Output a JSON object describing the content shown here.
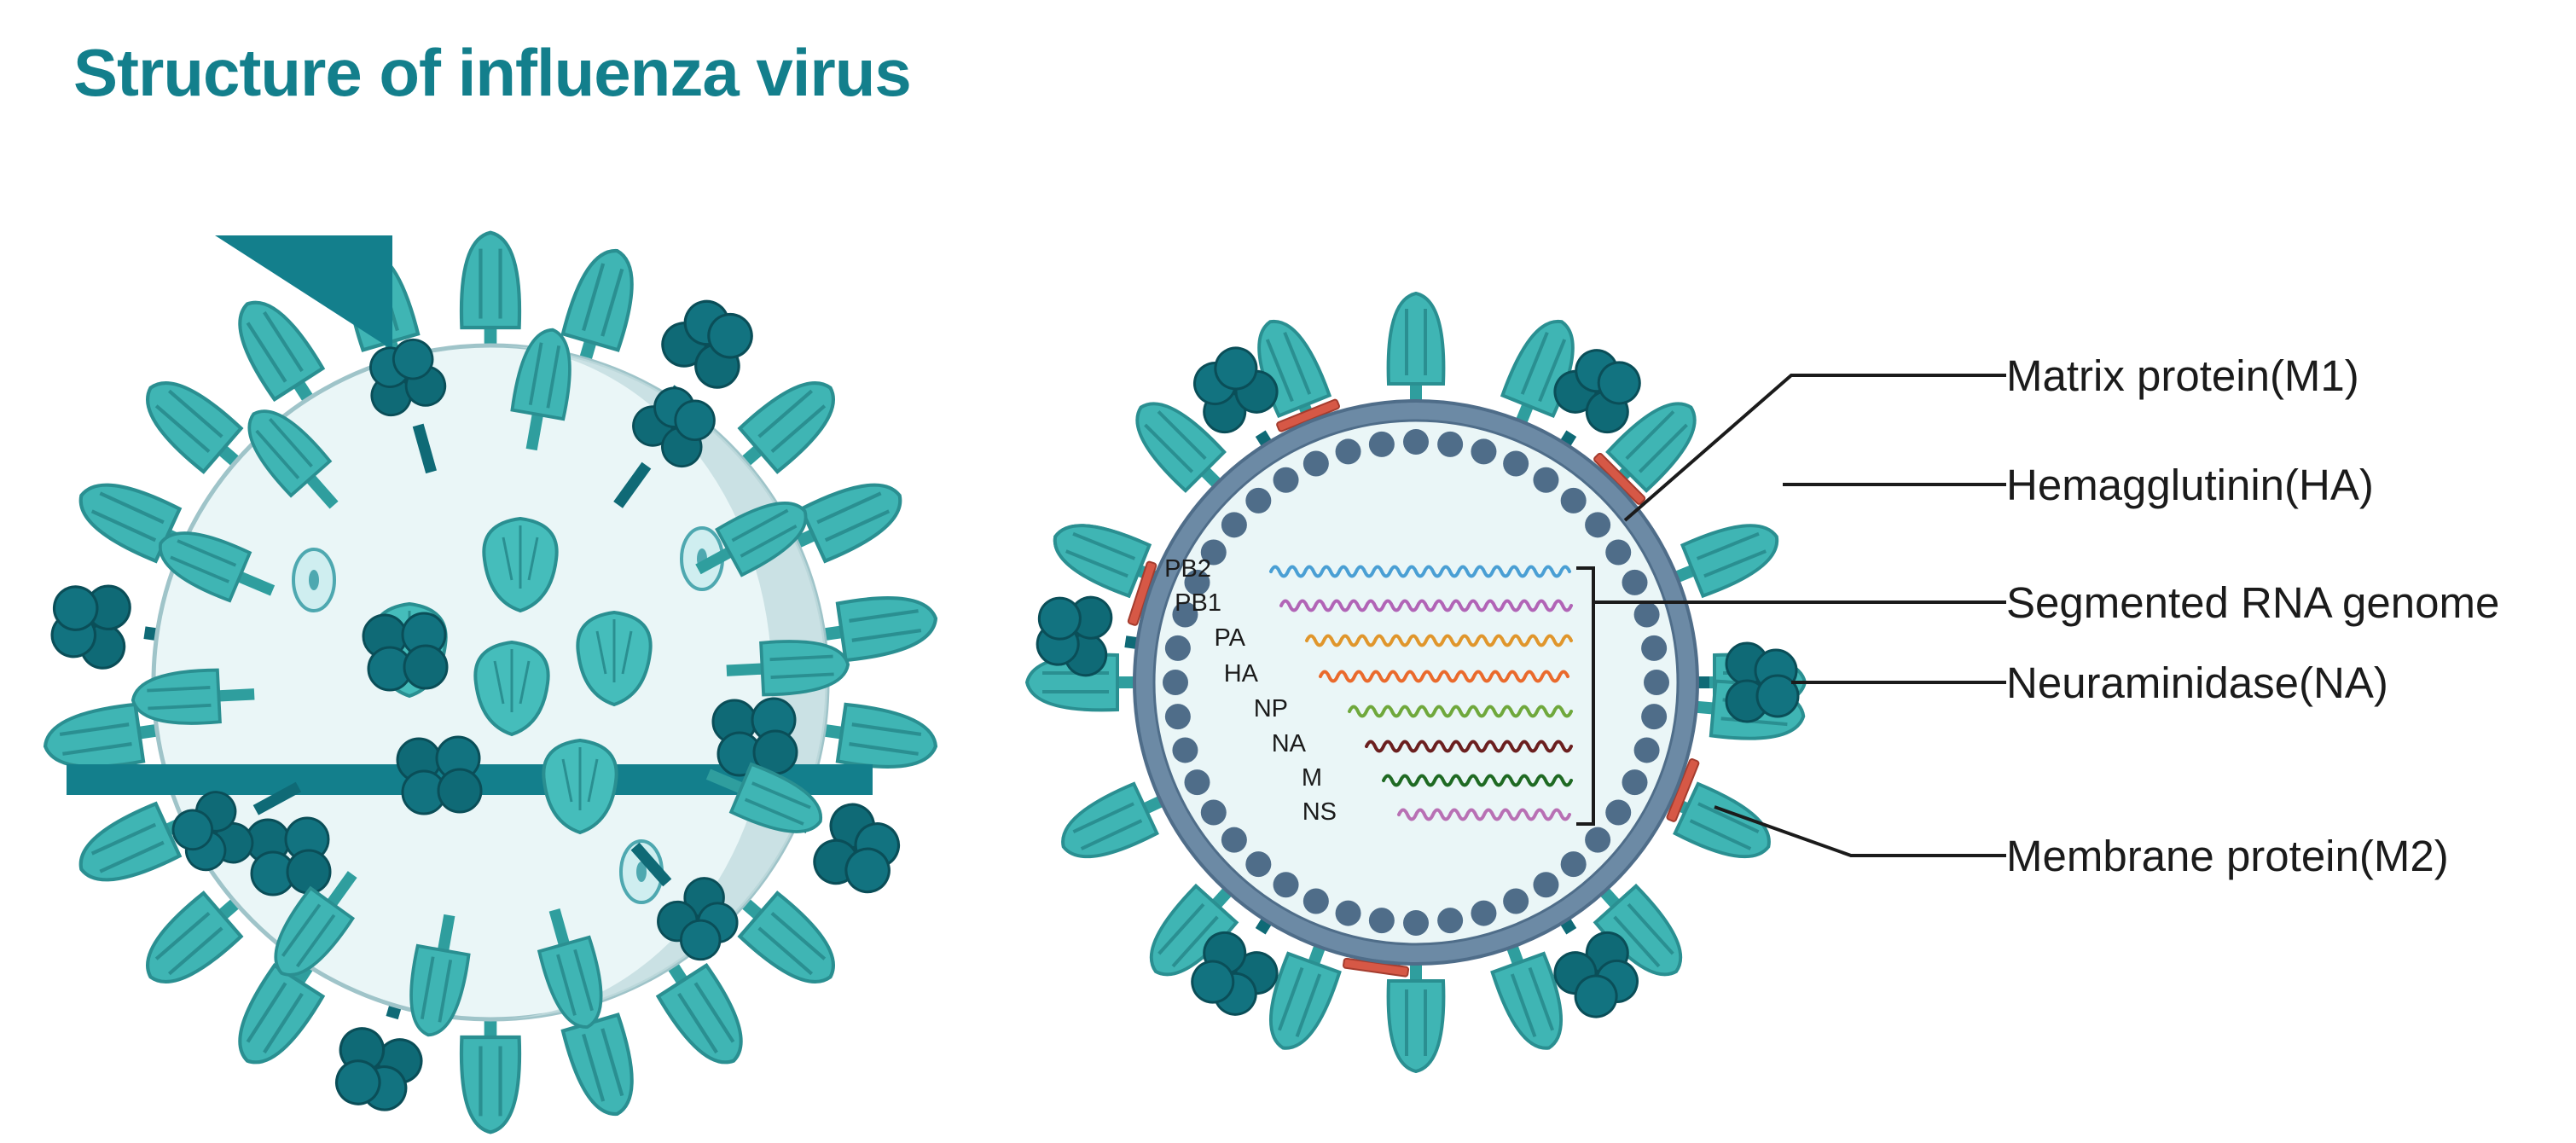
{
  "title": "Structure of influenza virus",
  "colors": {
    "title": "#137f8c",
    "hemagglutinin": "#3fb5b4",
    "neuraminidase": "#0f6a76",
    "membrane_protein_m2": "#d65846",
    "envelope": "#6c8aa5",
    "matrix_protein": "#4f6d89",
    "virion_interior": "#eaf6f7",
    "leader_lines": "#1b1b1b"
  },
  "icons": {
    "left": "influenza-virion-3d-icon",
    "right": "influenza-virion-cross-section-icon"
  },
  "labels": [
    {
      "key": "m1",
      "text": "Matrix protein(M1)"
    },
    {
      "key": "ha",
      "text": "Hemagglutinin(HA)"
    },
    {
      "key": "rna",
      "text": "Segmented RNA genome"
    },
    {
      "key": "na",
      "text": "Neuraminidase(NA)"
    },
    {
      "key": "m2",
      "text": "Membrane protein(M2)"
    }
  ],
  "segments": [
    {
      "name": "PB2",
      "color": "#4a9fd4"
    },
    {
      "name": "PB1",
      "color": "#b164b6"
    },
    {
      "name": "PA",
      "color": "#e0962c"
    },
    {
      "name": "HA",
      "color": "#ea6a2c"
    },
    {
      "name": "NP",
      "color": "#6fa83c"
    },
    {
      "name": "NA",
      "color": "#6b1f1f"
    },
    {
      "name": "M",
      "color": "#1f6a23"
    },
    {
      "name": "NS",
      "color": "#b870b4"
    }
  ]
}
